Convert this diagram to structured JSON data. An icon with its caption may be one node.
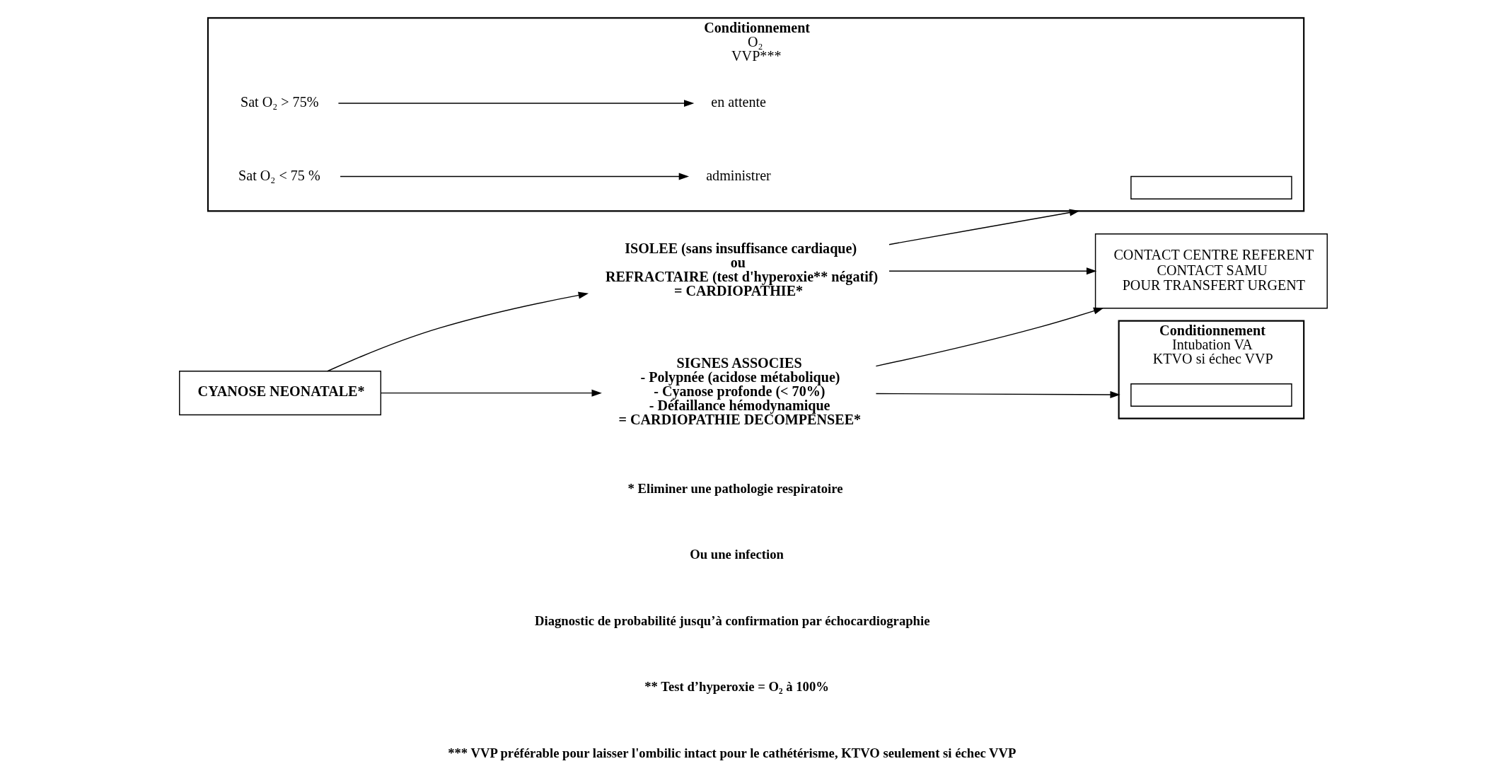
{
  "diagram": {
    "nodes": [
      {
        "text": [
          "CYANOSE NEONATALE*"
        ]
      },
      {
        "text": [
          "ISOLEE (sans insuffisance cardiaque)",
          "ou",
          "REFRACTAIRE (test d'hyperoxie** négatif)",
          "= CARDIOPATHIE*"
        ]
      },
      {
        "text": [
          "Conditionnement",
          "O₂",
          "VVP***"
        ]
      },
      {
        "text": [],
        "shape": "box",
        "in": 2
      },
      {
        "text": [
          "Sat O₂ > 75%"
        ],
        "in": 2
      },
      {
        "text": [
          "en attente"
        ],
        "in": 2
      },
      {
        "text": [
          "Sat O₂ < 75 %"
        ],
        "in": 2
      },
      {
        "text": [
          "administrer"
        ],
        "in": 2
      },
      {
        "text": [
          "CONTACT CENTRE REFERENT",
          "CONTACT SAMU",
          "POUR TRANSFERT URGENT"
        ]
      },
      {
        "text": [
          "SIGNES ASSOCIES",
          "- Polypnée (acidose métabolique)",
          "- Cyanose profonde (< 70%)",
          "- Défaillance hémodynamique",
          "= CARDIOPATHIE DECOMPENSEE*"
        ]
      },
      {
        "text": [
          "Conditionnement",
          "Intubation VA",
          "KTVO si échec VVP"
        ]
      },
      {
        "text": [],
        "shape": "box",
        "in": 10
      }
    ],
    "edges": [
      {
        "from": 0,
        "to": 1,
        "arrow": "to"
      },
      {
        "from": 0,
        "to": 9,
        "arrow": "to"
      },
      {
        "from": 1,
        "to": 2,
        "arrow": "to"
      },
      {
        "from": 1,
        "to": 8,
        "arrow": "to"
      },
      {
        "from": 4,
        "to": 5,
        "arrow": "to"
      },
      {
        "from": 6,
        "to": 7,
        "arrow": "to"
      },
      {
        "from": 9,
        "to": 10,
        "arrow": "to"
      },
      {
        "from": 9,
        "to": 8,
        "arrow": "to"
      }
    ],
    "labels": [
      "* Eliminer une pathologie respiratoire",
      "Ou une infection",
      "Diagnostic de probabilité jusqu’à confirmation par échocardiographie",
      "** Test d’hyperoxie = O₂ à 100%",
      "*** VVP préférable pour laisser l'ombilic intact pour le cathétérisme, KTVO seulement si échec VVP"
    ]
  }
}
